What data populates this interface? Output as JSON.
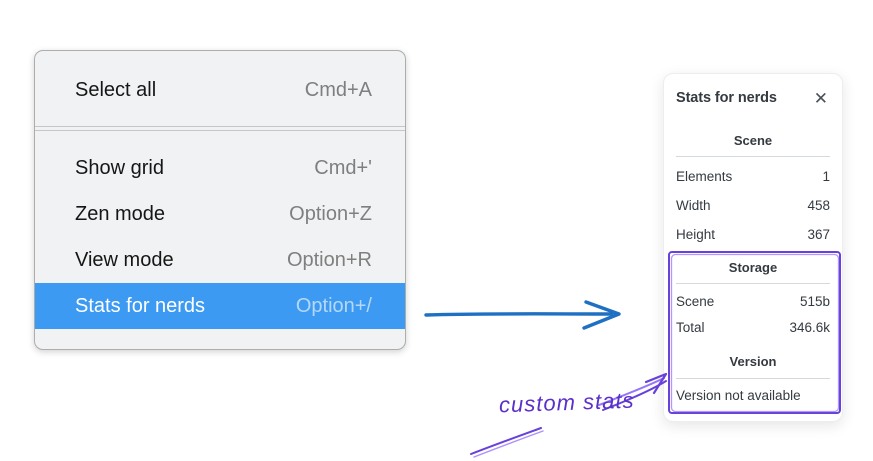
{
  "context_menu": {
    "items": [
      {
        "label": "Select all",
        "shortcut": "Cmd+A",
        "selected": false
      },
      {
        "label": "Show grid",
        "shortcut": "Cmd+'",
        "selected": false
      },
      {
        "label": "Zen mode",
        "shortcut": "Option+Z",
        "selected": false
      },
      {
        "label": "View mode",
        "shortcut": "Option+R",
        "selected": false
      },
      {
        "label": "Stats for nerds",
        "shortcut": "Option+/",
        "selected": true
      }
    ],
    "highlight_color": "#3d9af2"
  },
  "stats_panel": {
    "title": "Stats for nerds",
    "close_label": "✕",
    "sections": [
      {
        "heading": "Scene",
        "rows": [
          {
            "label": "Elements",
            "value": "1"
          },
          {
            "label": "Width",
            "value": "458"
          },
          {
            "label": "Height",
            "value": "367"
          }
        ]
      },
      {
        "heading": "Storage",
        "rows": [
          {
            "label": "Scene",
            "value": "515b"
          },
          {
            "label": "Total",
            "value": "346.6k"
          }
        ]
      },
      {
        "heading": "Version",
        "note": "Version not available"
      }
    ]
  },
  "annotations": {
    "label": "custom stats",
    "arrow_color": "#1d70c2",
    "highlight_color": "#6741d9"
  }
}
